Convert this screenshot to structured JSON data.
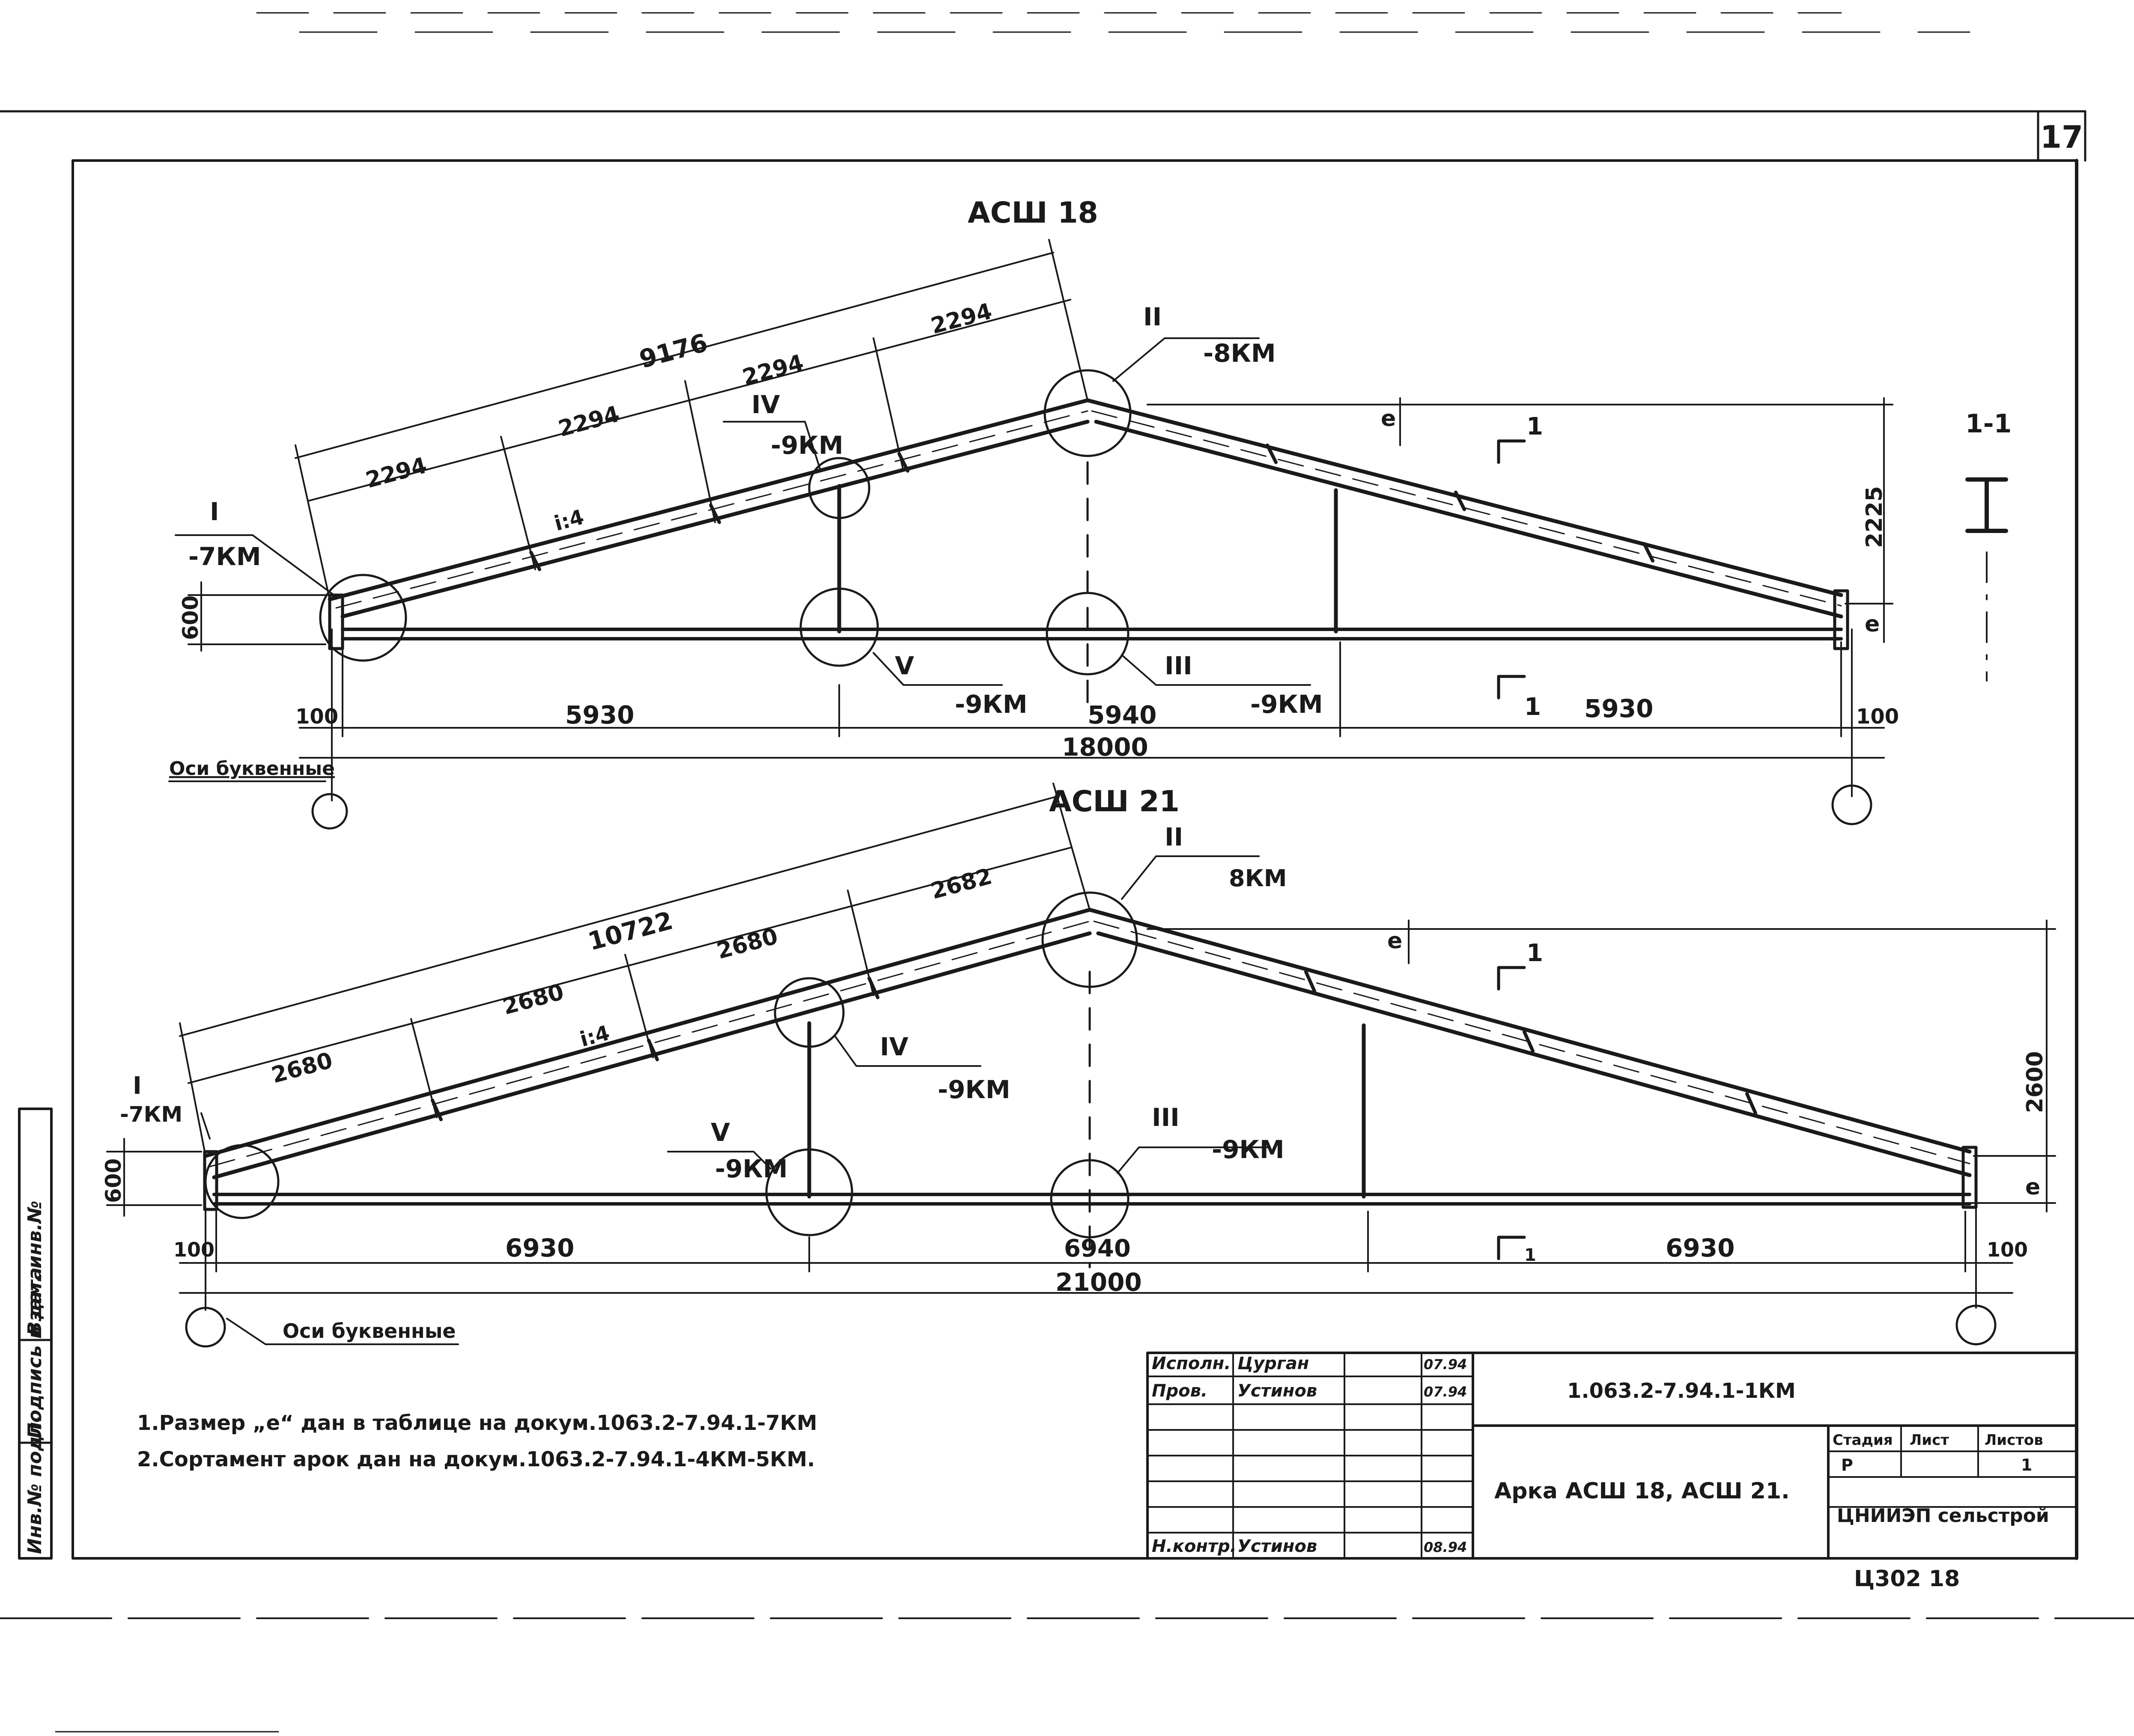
{
  "sheet_number": "17",
  "truss_a": {
    "title": "АСШ 18",
    "total_span": "18000",
    "bottom_dims": [
      "100",
      "5930",
      "5940",
      "5930",
      "100"
    ],
    "top_total": "9176",
    "top_segments": [
      "2294",
      "2294",
      "2294",
      "2294"
    ],
    "slope": "i:4",
    "height": "2225",
    "eave_height": "600",
    "e_mark": "е",
    "axes_label": "Оси буквенные",
    "nodes": {
      "n1": {
        "num": "I",
        "ref": "-7КМ"
      },
      "n2": {
        "num": "II",
        "ref": "-8КМ"
      },
      "n3": {
        "num": "III",
        "ref": "-9КМ"
      },
      "n4": {
        "num": "IV",
        "ref": "-9КМ"
      },
      "n5": {
        "num": "V",
        "ref": "-9КМ"
      }
    },
    "section_mark": "1"
  },
  "truss_b": {
    "title": "АСШ 21",
    "total_span": "21000",
    "bottom_dims": [
      "100",
      "6930",
      "6940",
      "6930",
      "100"
    ],
    "top_total": "10722",
    "top_segments": [
      "2680",
      "2680",
      "2680",
      "2682"
    ],
    "slope": "i:4",
    "height": "2600",
    "eave_height": "600",
    "e_mark": "е",
    "axes_label": "Оси буквенные",
    "nodes": {
      "n1": {
        "num": "I",
        "ref": "-7КМ"
      },
      "n2": {
        "num": "II",
        "ref": "8КМ"
      },
      "n3": {
        "num": "III",
        "ref": "-9КМ"
      },
      "n4": {
        "num": "IV",
        "ref": "-9КМ"
      },
      "n5": {
        "num": "V",
        "ref": "-9КМ"
      }
    },
    "section_mark": "1"
  },
  "section": {
    "label": "1-1"
  },
  "notes": [
    "1.Размер „е“ дан в таблице на докум.1063.2-7.94.1-7КМ",
    "2.Сортамент арок дан на докум.1063.2-7.94.1-4КМ-5КМ."
  ],
  "side_stamp": [
    "Инв.№ подл.",
    "Подпись и дата",
    "Взам. инв.№"
  ],
  "title_block": {
    "doc_code": "1.063.2-7.94.1-1КМ",
    "rows": [
      {
        "role": "Исполн.",
        "name": "Цурган",
        "date": "07.94"
      },
      {
        "role": "Пров.",
        "name": "Устинов",
        "date": "07.94"
      },
      {
        "role": "Н.контр.",
        "name": "Устинов",
        "date": "08.94"
      }
    ],
    "drawing_title": "Арка АСШ 18, АСШ 21.",
    "stage_header": "Стадия",
    "sheet_header": "Лист",
    "sheets_header": "Листов",
    "stage": "Р",
    "sheets": "1",
    "organization": "ЦНИИЭП сельстрой",
    "footer": "Ц302 18"
  }
}
